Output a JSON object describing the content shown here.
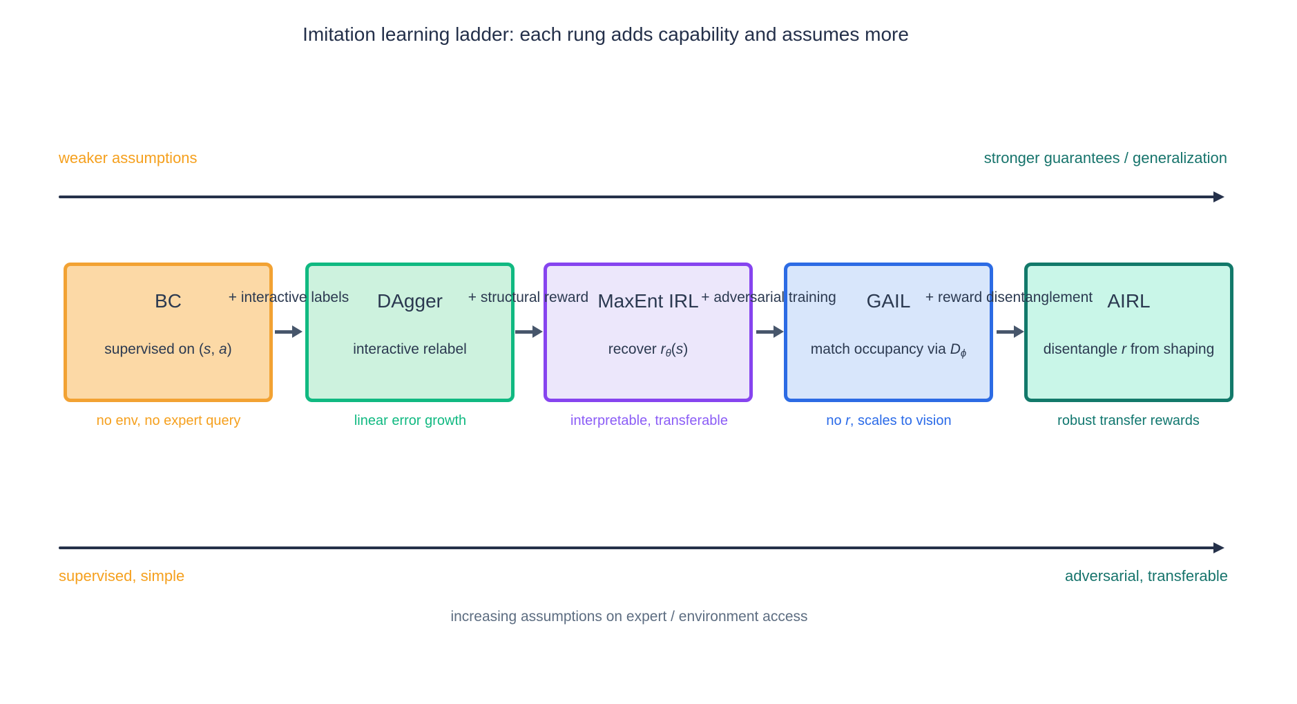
{
  "title": "Imitation learning ladder: each rung adds capability and assumes more",
  "top_axis": {
    "left_label": "weaker assumptions",
    "right_label": "stronger guarantees / generalization",
    "left_color": "#f5a01e",
    "right_color": "#17746c"
  },
  "bottom_axis": {
    "left_label": "supervised, simple",
    "right_label": "adversarial, transferable",
    "left_color": "#f5a01e",
    "right_color": "#17746c",
    "caption": "increasing assumptions on expert / environment access",
    "caption_color": "#5d6d81"
  },
  "arrow_color": "#25314a",
  "connector_color": "#47566b",
  "boxes": [
    {
      "name": "BC",
      "subtitle_parts": [
        "supervised on (",
        "s",
        ", ",
        "a",
        ")"
      ],
      "caption": "no env, no expert query",
      "fill": "#fcd9a6",
      "border": "#f2a233",
      "caption_color": "#f5a01e"
    },
    {
      "name": "DAgger",
      "subtitle_parts": [
        "interactive relabel"
      ],
      "caption": "linear error growth",
      "fill": "#cdf2de",
      "border": "#10b981",
      "caption_color": "#10b981"
    },
    {
      "name": "MaxEnt IRL",
      "subtitle_parts": [
        "recover ",
        "r",
        "θ",
        "(",
        "s",
        ")"
      ],
      "caption": "interpretable, transferable",
      "fill": "#ece7fb",
      "border": "#8644ef",
      "caption_color": "#8b5cf6"
    },
    {
      "name": "GAIL",
      "subtitle_parts": [
        "match occupancy via ",
        "D",
        "ϕ"
      ],
      "caption_parts": [
        "no ",
        "r",
        ", scales to vision"
      ],
      "fill": "#d8e6fb",
      "border": "#2c6be4",
      "caption_color": "#2a6ae8"
    },
    {
      "name": "AIRL",
      "subtitle_parts": [
        "disentangle ",
        "r",
        " from shaping"
      ],
      "caption": "robust transfer rewards",
      "fill": "#c9f6e8",
      "border": "#12796a",
      "caption_color": "#0f766e"
    }
  ],
  "edge_labels": [
    "+ interactive labels",
    "+ structural reward",
    "+ adversarial training",
    "+ reward disentanglement"
  ]
}
